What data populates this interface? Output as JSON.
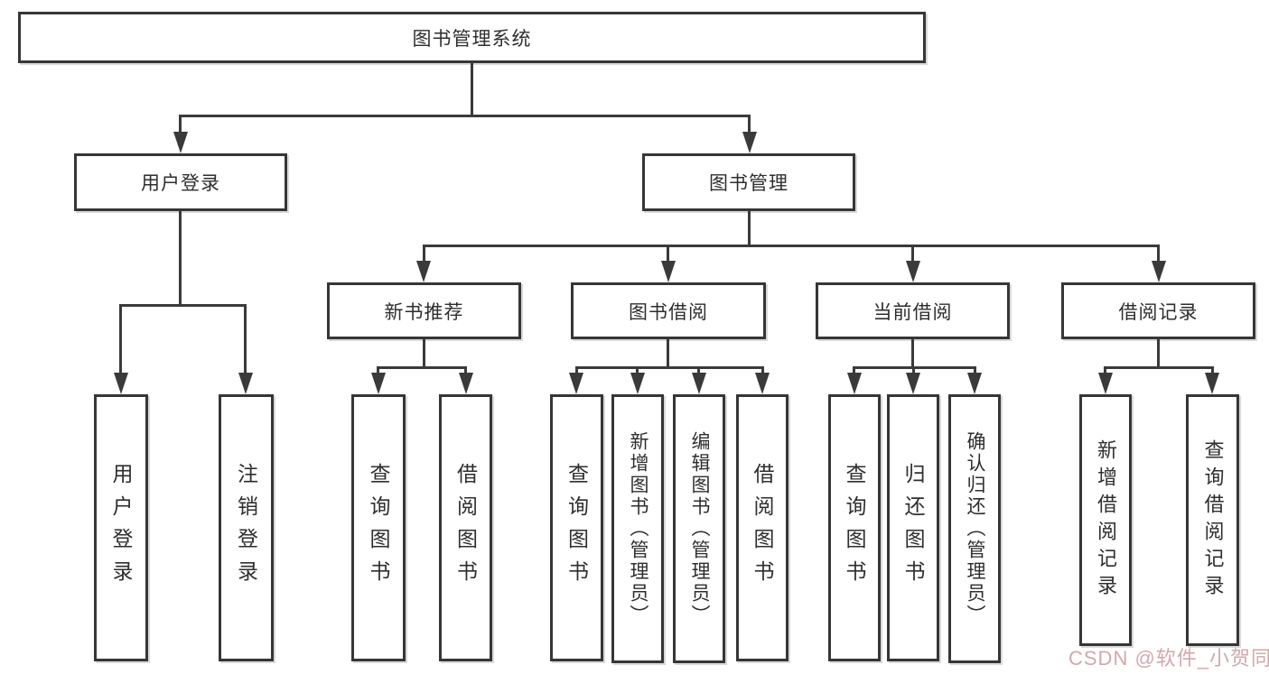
{
  "tree": {
    "root": "图书管理系统",
    "login": {
      "label": "用户登录",
      "children": [
        "用户登录",
        "注销登录"
      ]
    },
    "mgmt": {
      "label": "图书管理",
      "sections": [
        {
          "label": "新书推荐",
          "children": [
            "查询图书",
            "借阅图书"
          ]
        },
        {
          "label": "图书借阅",
          "children": [
            "查询图书",
            "新增图书（管理员）",
            "编辑图书（管理员）",
            "借阅图书"
          ]
        },
        {
          "label": "当前借阅",
          "children": [
            "查询图书",
            "归还图书",
            "确认归还（管理员）"
          ]
        },
        {
          "label": "借阅记录",
          "children": [
            "新增借阅记录",
            "查询借阅记录"
          ]
        }
      ]
    }
  },
  "watermark": {
    "text": "CSDN @软件_小贺同学"
  },
  "colors": {
    "line": "#3a3a3a",
    "border": "#363636",
    "text": "#2e2e2e",
    "watermark": "#d2a7ad",
    "background": "#ffffff"
  }
}
